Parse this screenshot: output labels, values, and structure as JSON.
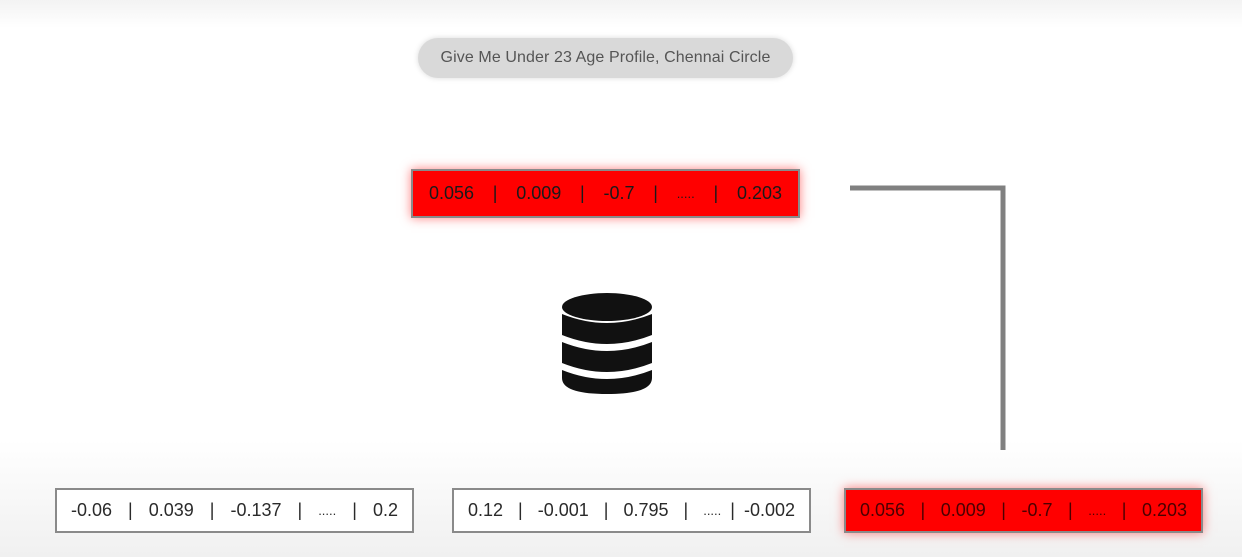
{
  "query": {
    "text": "Give Me Under 23 Age Profile, Chennai Circle"
  },
  "query_vector": {
    "values": [
      "0.056",
      "0.009",
      "-0.7",
      ".....",
      "0.203"
    ],
    "highlight_color": "#ff0000"
  },
  "database": {
    "icon": "database-icon"
  },
  "stored_vectors": [
    {
      "values": [
        "-0.06",
        "0.039",
        "-0.137",
        ".....",
        "0.2"
      ],
      "matched": false
    },
    {
      "values": [
        "0.12",
        "-0.001",
        "0.795",
        ".....",
        "-0.002"
      ],
      "matched": false
    },
    {
      "values": [
        "0.056",
        "0.009",
        "-0.7",
        ".....",
        "0.203"
      ],
      "matched": true
    }
  ],
  "colors": {
    "match": "#ff0000",
    "border": "#8a8a8a",
    "connector": "#808080"
  }
}
